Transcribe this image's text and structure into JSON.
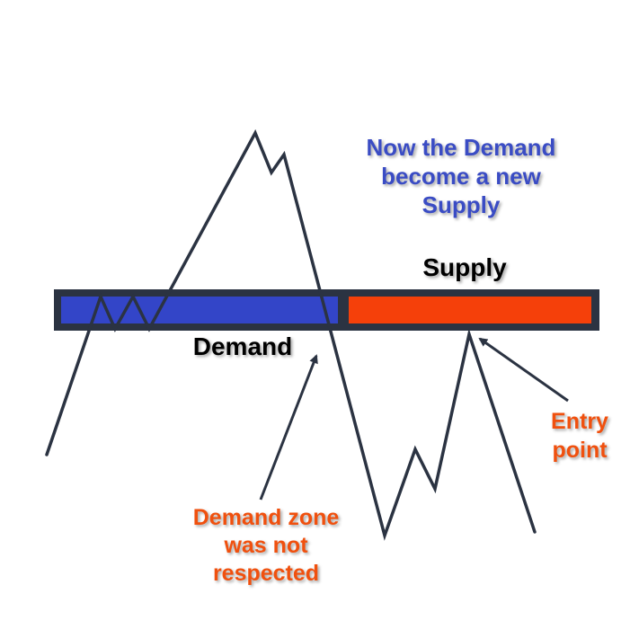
{
  "colors": {
    "zone_border": "#2b3342",
    "demand_fill": "#3345c8",
    "supply_fill": "#f5400a",
    "price_line": "#2b3342",
    "blue_text": "#3a4cc4",
    "orange_text": "#f0500e",
    "black_text": "#000000"
  },
  "labels": {
    "new_supply_line1": "Now the Demand",
    "new_supply_line2": "become a new",
    "new_supply_line3": "Supply",
    "supply": "Supply",
    "demand": "Demand",
    "not_respected_line1": "Demand zone",
    "not_respected_line2": "was not",
    "not_respected_line3": "respected",
    "entry_line1": "Entry",
    "entry_line2": "point"
  }
}
